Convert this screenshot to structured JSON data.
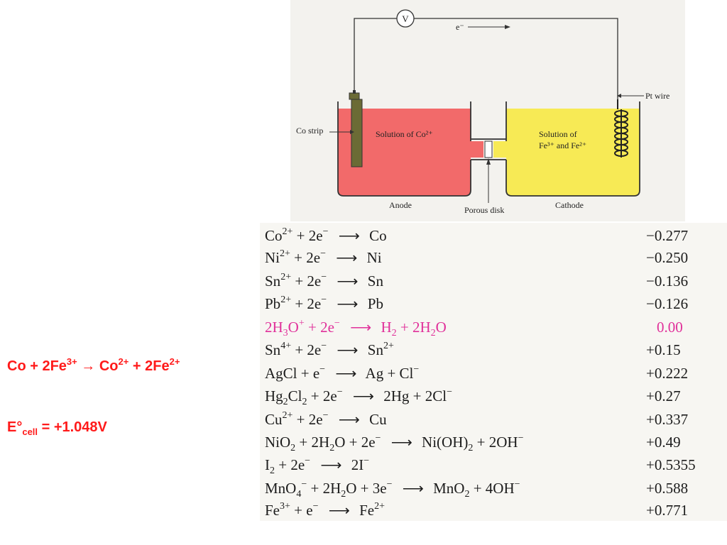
{
  "diagram": {
    "voltmeter": "V",
    "electron_flow": "e⁻",
    "pt_wire": "Pt wire",
    "co_strip": "Co strip",
    "left_solution": "Solution of Co²⁺",
    "right_solution_line1": "Solution of",
    "right_solution_line2": "Fe³⁺ and Fe²⁺",
    "anode": "Anode",
    "porous_disk": "Porous disk",
    "cathode": "Cathode",
    "colors": {
      "anode_solution": "#f26a6a",
      "cathode_solution": "#f7ea55",
      "strip": "#6b6b35"
    }
  },
  "reaction": {
    "text": "Co + 2Fe³⁺ → Co²⁺ + 2Fe²⁺",
    "html": "Co + 2Fe<sup>3+</sup> → Co<sup>2+</sup> + 2Fe<sup>2+</sup>"
  },
  "ecell": {
    "text": "E°cell = +1.048V",
    "html": "E°<sub>cell</sub> = +1.048V"
  },
  "reduction_potentials": [
    {
      "html": "Co<sup>2+</sup> + 2e<sup>−</sup> <span class=\"arr\">⟶</span> Co",
      "value": "−0.277"
    },
    {
      "html": "Ni<sup>2+</sup> + 2e<sup>−</sup> <span class=\"arr\">⟶</span> Ni",
      "value": "−0.250"
    },
    {
      "html": "Sn<sup>2+</sup> + 2e<sup>−</sup> <span class=\"arr\">⟶</span> Sn",
      "value": "−0.136"
    },
    {
      "html": "Pb<sup>2+</sup> + 2e<sup>−</sup> <span class=\"arr\">⟶</span> Pb",
      "value": "−0.126"
    },
    {
      "html": "2H<sub>3</sub>O<sup>+</sup> + 2e<sup>−</sup> <span class=\"arr\">⟶</span> H<sub>2</sub> + 2H<sub>2</sub>O",
      "value": "0.00",
      "highlight": true
    },
    {
      "html": "Sn<sup>4+</sup> + 2e<sup>−</sup> <span class=\"arr\">⟶</span> Sn<sup>2+</sup>",
      "value": "+0.15"
    },
    {
      "html": "AgCl + e<sup>−</sup> <span class=\"arr\">⟶</span> Ag + Cl<sup>−</sup>",
      "value": "+0.222"
    },
    {
      "html": "Hg<sub>2</sub>Cl<sub>2</sub> + 2e<sup>−</sup> <span class=\"arr\">⟶</span> 2Hg + 2Cl<sup>−</sup>",
      "value": "+0.27"
    },
    {
      "html": "Cu<sup>2+</sup> + 2e<sup>−</sup> <span class=\"arr\">⟶</span> Cu",
      "value": "+0.337"
    },
    {
      "html": "NiO<sub>2</sub> + 2H<sub>2</sub>O + 2e<sup>−</sup> <span class=\"arr\">⟶</span> Ni(OH)<sub>2</sub> + 2OH<sup>−</sup>",
      "value": "+0.49"
    },
    {
      "html": "I<sub>2</sub> + 2e<sup>−</sup> <span class=\"arr\">⟶</span> 2I<sup>−</sup>",
      "value": "+0.5355"
    },
    {
      "html": "MnO<sub>4</sub><sup>−</sup> + 2H<sub>2</sub>O + 3e<sup>−</sup> <span class=\"arr\">⟶</span> MnO<sub>2</sub> + 4OH<sup>−</sup>",
      "value": "+0.588"
    },
    {
      "html": "Fe<sup>3+</sup> + e<sup>−</sup> <span class=\"arr\">⟶</span> Fe<sup>2+</sup>",
      "value": "+0.771"
    }
  ],
  "colors": {
    "highlight": "#e0309a",
    "reaction_text": "#ff1a1a"
  }
}
